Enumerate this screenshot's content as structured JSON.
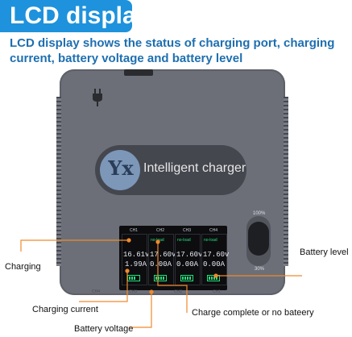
{
  "title": "LCD display",
  "subtitle": "LCD display shows the status of charging port, charging current, battery voltage and battery level",
  "logo": {
    "letters": "Yx",
    "text": "Intelligent charger"
  },
  "channels": [
    {
      "label": "CH1",
      "voltage": "16.61v",
      "current": "1.99A"
    },
    {
      "label": "CH2",
      "status": "no-load",
      "voltage": "17.60v",
      "current": "0.00A"
    },
    {
      "label": "CH3",
      "status": "no-load",
      "voltage": "17.60v",
      "current": "0.00A"
    },
    {
      "label": "CH4",
      "status": "no-load",
      "voltage": "17.60v",
      "current": "0.00A"
    }
  ],
  "slider": {
    "top_label": "100%",
    "bottom_label": "30%"
  },
  "bottom_labels": [
    "CH4",
    "CH3",
    "CH2",
    "CH1"
  ],
  "callouts": {
    "charging": "Charging",
    "battery_level": "Battery level",
    "charging_current": "Charging current",
    "charge_complete": "Charge complete or no bateery",
    "battery_voltage": "Battery voltage"
  },
  "colors": {
    "accent": "#1e92dc",
    "callout_line": "#f08a2c",
    "lcd_green": "#23e07a"
  }
}
